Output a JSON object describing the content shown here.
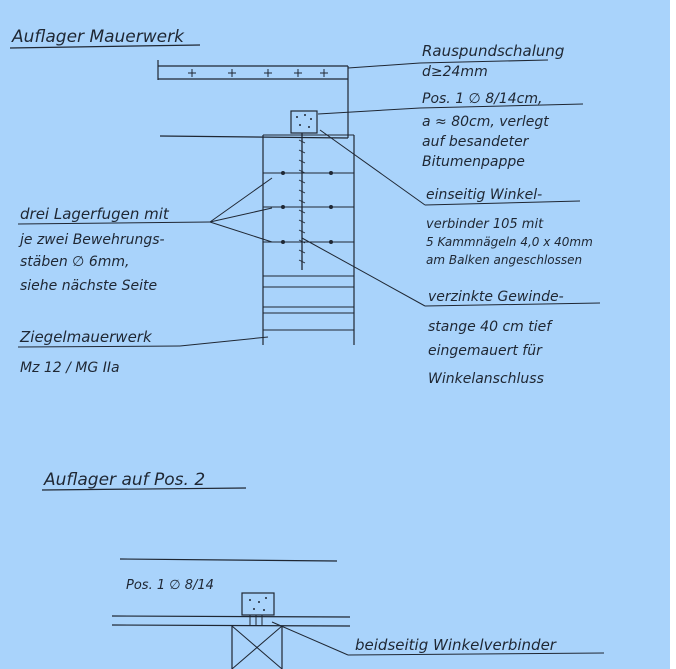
{
  "sections": [
    {
      "title": "Auflager Mauerwerk"
    },
    {
      "title": "Auflager auf Pos. 2"
    }
  ],
  "labels": {
    "schalung": [
      "Rauspundschalung",
      "d≥24mm"
    ],
    "pos1": [
      "Pos. 1 ∅ 8/14cm,",
      "a ≈ 80cm, verlegt",
      "auf besandeter",
      "Bitumenpappe"
    ],
    "winkel": [
      "einseitig Winkel-",
      "verbinder 105 mit",
      "5 Kammnägeln 4,0 x 40mm",
      "am Balken angeschlossen"
    ],
    "lagerfugen": [
      "drei Lagerfugen mit",
      "je zwei Bewehrungs-",
      "stäben ∅ 6mm,",
      "siehe nächste Seite"
    ],
    "gewindestange": [
      "verzinkte Gewinde-",
      "stange 40 cm tief",
      "eingemauert für",
      "Winkelanschluss"
    ],
    "mauerwerk": [
      "Ziegelmauerwerk",
      "Mz 12 / MG IIa"
    ],
    "pos1_lower": "Pos. 1 ∅ 8/14",
    "beidseitig": [
      "beidseitig Winkelverbinder",
      "..."
    ]
  },
  "colors": {
    "paper": "#a9d3fb",
    "ink": "#1f2733",
    "margin": "#ffffff"
  }
}
